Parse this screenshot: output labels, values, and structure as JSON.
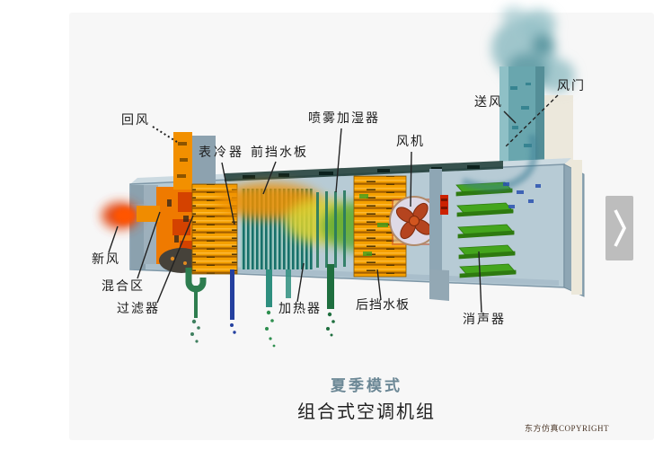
{
  "page": {
    "background": "#ffffff",
    "panel_background": "#f7f7f7"
  },
  "carousel": {
    "next_icon": "chevron-right"
  },
  "diagram": {
    "labels": {
      "return_air": "回风",
      "surface_cooler": "表冷器",
      "front_baffle": "前挡水板",
      "spray_humidifier": "喷雾加湿器",
      "fan": "风机",
      "supply_air": "送风",
      "damper": "风门",
      "fresh_air": "新风",
      "mixing_zone": "混合区",
      "filter": "过滤器",
      "heater": "加热器",
      "rear_baffle": "后挡水板",
      "silencer": "消声器"
    },
    "mode_label": "夏季模式",
    "title": "组合式空调机组",
    "copyright": "东方仿真COPYRIGHT",
    "colors": {
      "hot_air_orange": "#F09000",
      "fresh_air_red": "#E23B00",
      "cooled_air_green": "#55A832",
      "coil_teal": "#1F7A74",
      "silencer_green": "#3F9E1E",
      "casing_steel": "#9FB4C4",
      "mode_text": "#6B8795"
    }
  }
}
